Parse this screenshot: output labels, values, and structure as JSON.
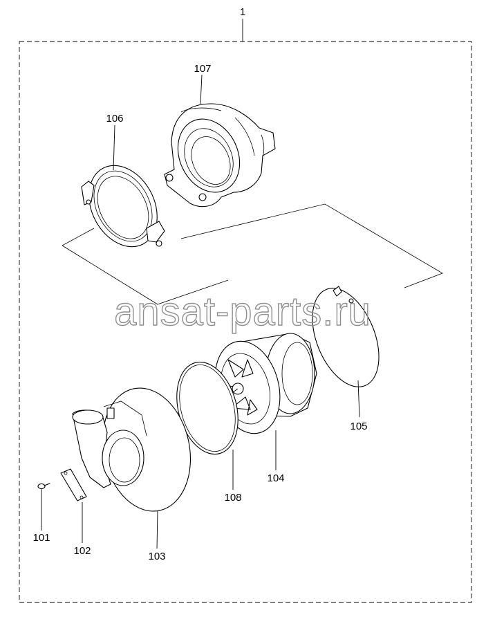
{
  "assembly_label": "1",
  "parts": [
    {
      "id": "p101",
      "label": "101"
    },
    {
      "id": "p102",
      "label": "102"
    },
    {
      "id": "p103",
      "label": "103"
    },
    {
      "id": "p104",
      "label": "104"
    },
    {
      "id": "p105",
      "label": "105"
    },
    {
      "id": "p106",
      "label": "106"
    },
    {
      "id": "p107",
      "label": "107"
    },
    {
      "id": "p108",
      "label": "108"
    }
  ],
  "watermark": "ansat-parts.ru"
}
